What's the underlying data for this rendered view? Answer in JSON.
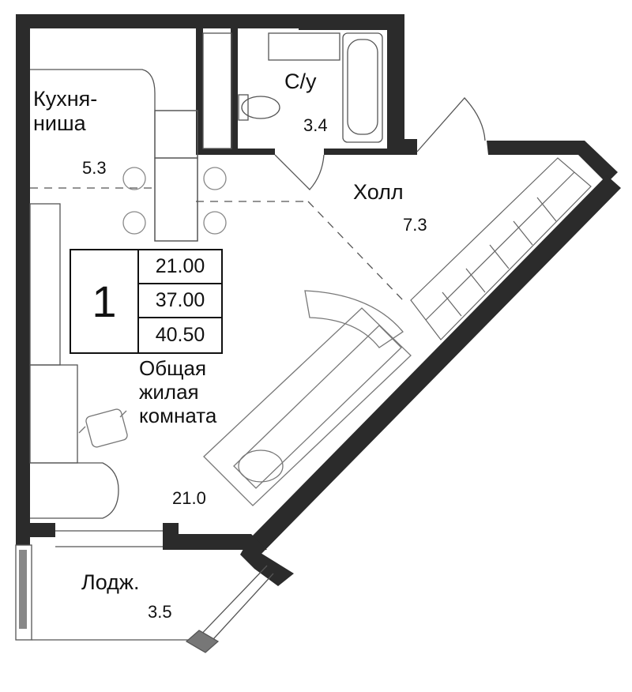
{
  "rooms": {
    "kitchen": {
      "name_line1": "Кухня-",
      "name_line2": "ниша",
      "area": "5.3"
    },
    "bathroom": {
      "name": "С/у",
      "area": "3.4"
    },
    "hall": {
      "name": "Холл",
      "area": "7.3"
    },
    "living": {
      "name_line1": "Общая",
      "name_line2": "жилая",
      "name_line3": "комната",
      "area": "21.0"
    },
    "loggia": {
      "name": "Лодж.",
      "area": "3.5"
    }
  },
  "info": {
    "room_count": "1",
    "living_area": "21.00",
    "total_area": "37.00",
    "full_area": "40.50"
  },
  "colors": {
    "wall": "#2b2b2b",
    "line": "#555555",
    "furniture": "#8a8a8a"
  }
}
